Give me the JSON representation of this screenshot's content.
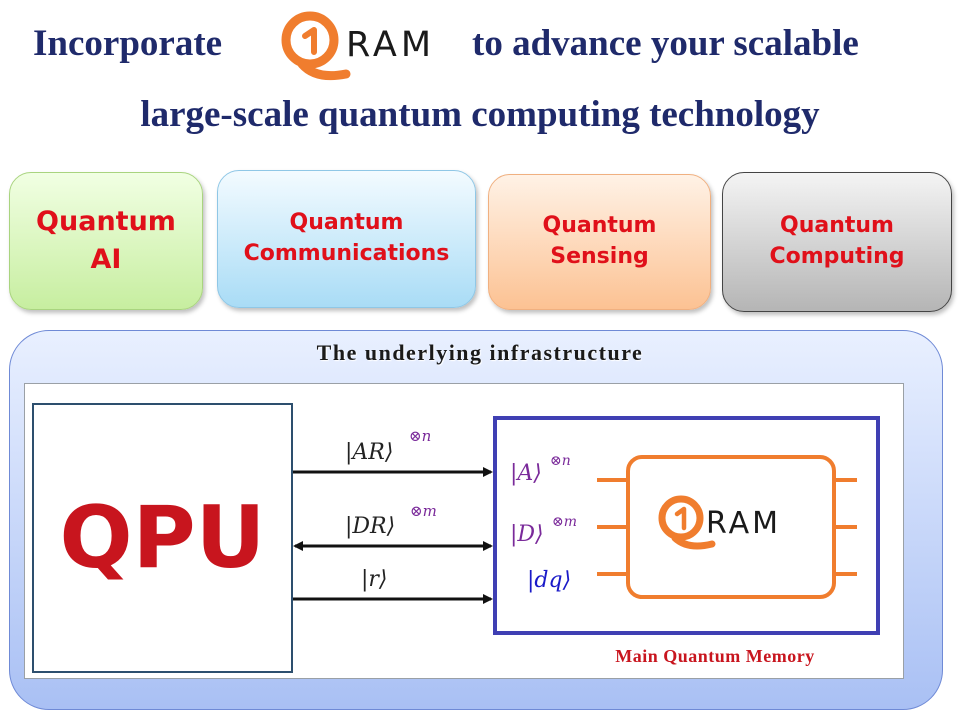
{
  "header": {
    "line1_before": "Incorporate",
    "logo_text": "RAM",
    "line1_after": "to advance your scalable",
    "line2": "large-scale quantum computing technology"
  },
  "cards": [
    {
      "line1": "Quantum",
      "line2": "AI"
    },
    {
      "line1": "Quantum",
      "line2": "Communications"
    },
    {
      "line1": "Quantum",
      "line2": "Sensing"
    },
    {
      "line1": "Quantum",
      "line2": "Computing"
    }
  ],
  "infrastructure": {
    "title": "The underlying infrastructure",
    "qpu_label": "QPU",
    "memory_caption": "Main Quantum Memory",
    "memory_logo_text": "RAM",
    "arrow_labels": {
      "ar": {
        "ket": "|AR⟩",
        "power": "⊗n"
      },
      "dr": {
        "ket": "|DR⟩",
        "power": "⊗m"
      },
      "r": {
        "ket": "|r⟩"
      }
    },
    "memory_inputs": {
      "a": {
        "ket": "|A⟩",
        "power": "⊗n"
      },
      "d": {
        "ket": "|D⟩",
        "power": "⊗m"
      },
      "dq": {
        "ket": "|dq⟩"
      }
    }
  },
  "colors": {
    "title": "#1f2a6b",
    "card_text": "#e0101a",
    "logo_orange": "#f07d2e",
    "memory_border": "#3f3fb3",
    "qram_chip": "#f07d2e",
    "ket_purple": "#7a2a9a",
    "ket_blue": "#1a1ac8"
  }
}
